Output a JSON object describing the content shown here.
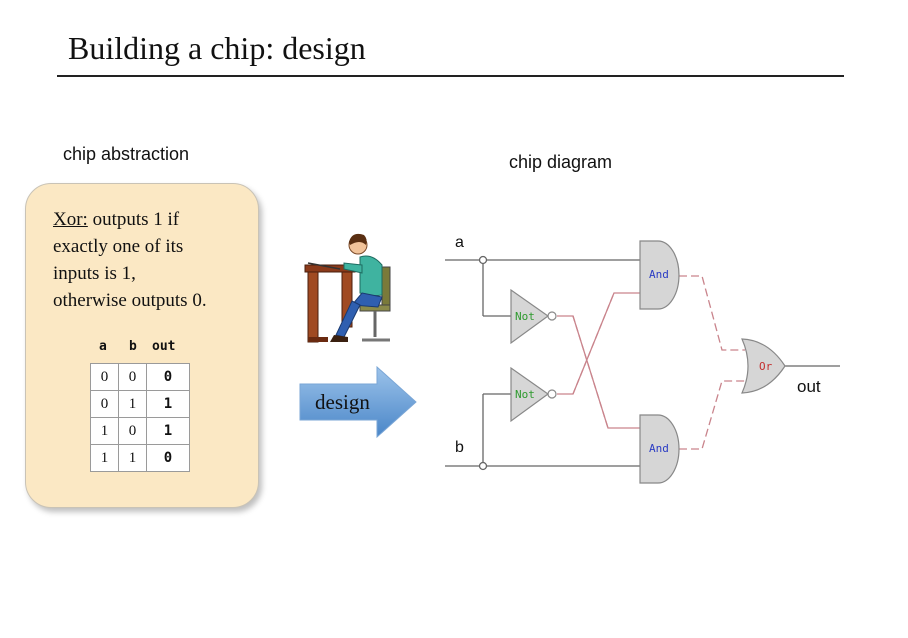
{
  "slide": {
    "title": "Building a chip: design"
  },
  "abstraction": {
    "label": "chip abstraction",
    "chip_name": "Xor:",
    "lines": [
      " outputs 1 if",
      "exactly one of its",
      "inputs is 1,",
      "otherwise outputs 0."
    ],
    "table": {
      "headers": [
        "a",
        "b",
        "out"
      ],
      "rows": [
        [
          "0",
          "0",
          "0"
        ],
        [
          "0",
          "1",
          "1"
        ],
        [
          "1",
          "0",
          "1"
        ],
        [
          "1",
          "1",
          "0"
        ]
      ]
    },
    "box_color": "#fbe8c4"
  },
  "design": {
    "label": "design",
    "arrow_color": "#5b9bd5"
  },
  "diagram": {
    "label": "chip diagram",
    "inputs": [
      "a",
      "b"
    ],
    "output": "out",
    "gates": {
      "not_top": "Not",
      "not_bottom": "Not",
      "and_top": "And",
      "and_bottom": "And",
      "or": "Or"
    },
    "colors": {
      "gate_fill": "#d6d6d6",
      "not_label": "#2e9a2e",
      "and_label": "#2b3cc4",
      "or_label": "#c43030",
      "internal_wire": "#c9848c"
    }
  }
}
